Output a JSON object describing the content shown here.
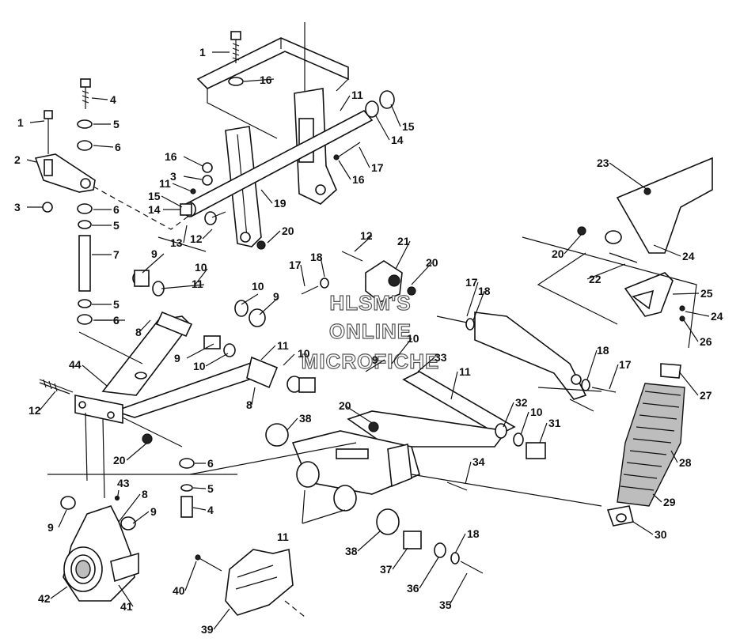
{
  "watermark": {
    "line1": "HLSM'S",
    "line2": "ONLINE",
    "line3": "MICROFICHE"
  },
  "callouts": [
    {
      "id": "c1a",
      "label": "1"
    },
    {
      "id": "c16a",
      "label": "16"
    },
    {
      "id": "c4a",
      "label": "4"
    },
    {
      "id": "c5a",
      "label": "5"
    },
    {
      "id": "c1b",
      "label": "1"
    },
    {
      "id": "c6a",
      "label": "6"
    },
    {
      "id": "c2",
      "label": "2"
    },
    {
      "id": "c3a",
      "label": "3"
    },
    {
      "id": "c6b",
      "label": "6"
    },
    {
      "id": "c5b",
      "label": "5"
    },
    {
      "id": "c7",
      "label": "7"
    },
    {
      "id": "c5c",
      "label": "5"
    },
    {
      "id": "c6c",
      "label": "6"
    },
    {
      "id": "c11a",
      "label": "11"
    },
    {
      "id": "c15a",
      "label": "15"
    },
    {
      "id": "c14a",
      "label": "14"
    },
    {
      "id": "c17a",
      "label": "17"
    },
    {
      "id": "c16b",
      "label": "16"
    },
    {
      "id": "c16c",
      "label": "16"
    },
    {
      "id": "c3b",
      "label": "3"
    },
    {
      "id": "c11b",
      "label": "11"
    },
    {
      "id": "c15b",
      "label": "15"
    },
    {
      "id": "c14b",
      "label": "14"
    },
    {
      "id": "c19",
      "label": "19"
    },
    {
      "id": "c13",
      "label": "13"
    },
    {
      "id": "c12a",
      "label": "12"
    },
    {
      "id": "c20a",
      "label": "20"
    },
    {
      "id": "c12b",
      "label": "12"
    },
    {
      "id": "c21",
      "label": "21"
    },
    {
      "id": "c17b",
      "label": "17"
    },
    {
      "id": "c18a",
      "label": "18"
    },
    {
      "id": "c20b",
      "label": "20"
    },
    {
      "id": "c9a",
      "label": "9"
    },
    {
      "id": "c10a",
      "label": "10"
    },
    {
      "id": "c11c",
      "label": "11"
    },
    {
      "id": "c10b",
      "label": "10"
    },
    {
      "id": "c9b",
      "label": "9"
    },
    {
      "id": "c8a",
      "label": "8"
    },
    {
      "id": "c6d",
      "label": "6"
    },
    {
      "id": "c9c",
      "label": "9"
    },
    {
      "id": "c10c",
      "label": "10"
    },
    {
      "id": "c11d",
      "label": "11"
    },
    {
      "id": "c10d",
      "label": "10"
    },
    {
      "id": "c9d",
      "label": "9"
    },
    {
      "id": "c10e",
      "label": "10"
    },
    {
      "id": "c33",
      "label": "33"
    },
    {
      "id": "c8b",
      "label": "8"
    },
    {
      "id": "c44",
      "label": "44"
    },
    {
      "id": "c12c",
      "label": "12"
    },
    {
      "id": "c17c",
      "label": "17"
    },
    {
      "id": "c18b",
      "label": "18"
    },
    {
      "id": "c11e",
      "label": "11"
    },
    {
      "id": "c18c",
      "label": "18"
    },
    {
      "id": "c17d",
      "label": "17"
    },
    {
      "id": "c23",
      "label": "23"
    },
    {
      "id": "c20c",
      "label": "20"
    },
    {
      "id": "c24a",
      "label": "24"
    },
    {
      "id": "c22",
      "label": "22"
    },
    {
      "id": "c25",
      "label": "25"
    },
    {
      "id": "c24b",
      "label": "24"
    },
    {
      "id": "c26",
      "label": "26"
    },
    {
      "id": "c27",
      "label": "27"
    },
    {
      "id": "c28",
      "label": "28"
    },
    {
      "id": "c29",
      "label": "29"
    },
    {
      "id": "c30",
      "label": "30"
    },
    {
      "id": "c38a",
      "label": "38"
    },
    {
      "id": "c20d",
      "label": "20"
    },
    {
      "id": "c32",
      "label": "32"
    },
    {
      "id": "c10f",
      "label": "10"
    },
    {
      "id": "c31",
      "label": "31"
    },
    {
      "id": "c20e",
      "label": "20"
    },
    {
      "id": "c6e",
      "label": "6"
    },
    {
      "id": "c5d",
      "label": "5"
    },
    {
      "id": "c4b",
      "label": "4"
    },
    {
      "id": "c34",
      "label": "34"
    },
    {
      "id": "c43",
      "label": "43"
    },
    {
      "id": "c8c",
      "label": "8"
    },
    {
      "id": "c9e",
      "label": "9"
    },
    {
      "id": "c9f",
      "label": "9"
    },
    {
      "id": "c11f",
      "label": "11"
    },
    {
      "id": "c38b",
      "label": "38"
    },
    {
      "id": "c18d",
      "label": "18"
    },
    {
      "id": "c37",
      "label": "37"
    },
    {
      "id": "c36",
      "label": "36"
    },
    {
      "id": "c35",
      "label": "35"
    },
    {
      "id": "c40",
      "label": "40"
    },
    {
      "id": "c42",
      "label": "42"
    },
    {
      "id": "c41",
      "label": "41"
    },
    {
      "id": "c39",
      "label": "39"
    }
  ]
}
